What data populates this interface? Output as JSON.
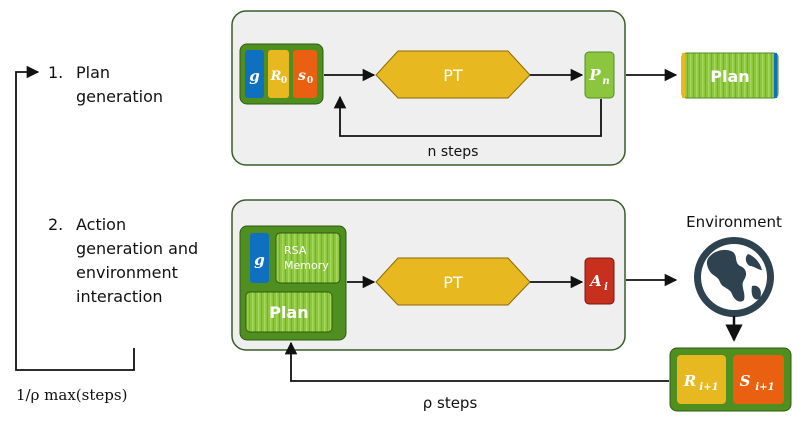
{
  "labels": {
    "plan_num": "1.",
    "plan_line1": "Plan",
    "plan_line2": "generation",
    "action_num": "2.",
    "action_line1": "Action",
    "action_line2": "generation and",
    "action_line3": "environment",
    "action_line4": "interaction",
    "loop_label": "1/ρ max(steps)"
  },
  "top_panel": {
    "token_g": "g",
    "token_r": "R",
    "token_r_sub": "0",
    "token_s": "s",
    "token_s_sub": "0",
    "pt_label": "PT",
    "out_main": "P",
    "out_sub": "n",
    "steps_label": "n steps"
  },
  "plan_output": {
    "label": "Plan"
  },
  "bottom_panel": {
    "token_g": "g",
    "rsa_line1": "RSA",
    "rsa_line2": "Memory",
    "plan_label": "Plan",
    "pt_label": "PT",
    "out_main": "A",
    "out_sub": "i",
    "steps_label": "ρ steps"
  },
  "environment": {
    "label": "Environment",
    "icon": "globe-icon",
    "r_main": "R",
    "r_sub": "i+1",
    "s_main": "S",
    "s_sub": "i+1"
  },
  "colors": {
    "green_dark": "#4f8f1f",
    "green_light": "#8cc63f",
    "blue": "#1070c0",
    "yellow": "#e8b820",
    "orange": "#e86010",
    "red": "#c8301e",
    "panel_bg": "#efefef",
    "panel_border": "#3a5a2a",
    "globe": "#2f4250"
  }
}
